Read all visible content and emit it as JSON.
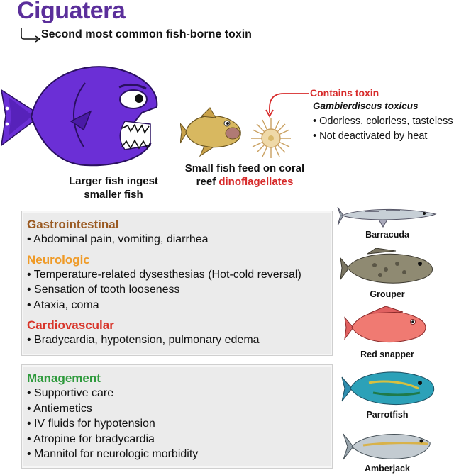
{
  "title": "Ciguatera",
  "subtitle": "Second most common fish-borne toxin",
  "captions": {
    "larger_fish": [
      "Larger fish ingest",
      "smaller fish"
    ],
    "small_fish_line1": "Small fish feed on coral",
    "small_fish_line2_prefix": "reef ",
    "small_fish_line2_highlight": "dinoflagellates"
  },
  "toxin": {
    "label": "Contains toxin",
    "organism": "Gambierdiscus toxicus",
    "properties": [
      "Odorless, colorless, tasteless",
      "Not deactivated by heat"
    ]
  },
  "symptoms": [
    {
      "heading": "Gastrointestinal",
      "color": "#9a5a22",
      "items": [
        "Abdominal pain, vomiting, diarrhea"
      ]
    },
    {
      "heading": "Neurologic",
      "color": "#ef9a26",
      "items": [
        "Temperature-related dysesthesias (Hot-cold reversal)",
        "Sensation of tooth looseness",
        "Ataxia, coma"
      ]
    },
    {
      "heading": "Cardiovascular",
      "color": "#d8362b",
      "items": [
        "Bradycardia, hypotension, pulmonary edema"
      ]
    }
  ],
  "management": {
    "heading": "Management",
    "color": "#2e9a3c",
    "items": [
      "Supportive care",
      "Antiemetics",
      "IV fluids for hypotension",
      "Atropine for bradycardia",
      "Mannitol for neurologic morbidity"
    ]
  },
  "fish": [
    "Barracuda",
    "Grouper",
    "Red snapper",
    "Parrotfish",
    "Amberjack"
  ],
  "colors": {
    "title": "#5b2f9b",
    "big_fish": "#6b2fd6",
    "accent_red": "#d72a2a"
  }
}
